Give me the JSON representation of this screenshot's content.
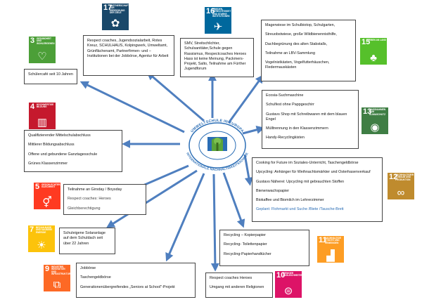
{
  "colors": {
    "arrow": "#4f7fbf",
    "sdg3": "#4c9f38",
    "sdg4": "#c5192d",
    "sdg5": "#ff3a21",
    "sdg7": "#fcc30b",
    "sdg9": "#fd6925",
    "sdg10": "#dd1367",
    "sdg11": "#fd9d24",
    "sdg12": "#bf8b2e",
    "sdg13": "#3f7e44",
    "sdg15": "#56c02b",
    "sdg16": "#00689d",
    "sdg17": "#19486a",
    "logo_ring": "#2a6db5",
    "logo_green": "#5aa43a"
  },
  "logo": {
    "top_text": "UMWELTSCHULE IN EUROPA",
    "bottom_text": "INTERNATIONALE NACHHALTIGKEITSSCHULE"
  },
  "sdgs": {
    "g3": {
      "num": "3",
      "title": "Gesundheit und Wohlergehen",
      "icon": "heartbeat-icon",
      "glyph": "♡"
    },
    "g4": {
      "num": "4",
      "title": "Hochwertige Bildung",
      "icon": "book-icon",
      "glyph": "▥"
    },
    "g5": {
      "num": "5",
      "title": "Geschlechter-gleichheit",
      "icon": "gender-icon",
      "glyph": "⚥"
    },
    "g7": {
      "num": "7",
      "title": "Bezahlbare und saubere Energie",
      "icon": "sun-power-icon",
      "glyph": "☀"
    },
    "g9": {
      "num": "9",
      "title": "Industrie, Innovation und Infrastruktur",
      "icon": "cubes-icon",
      "glyph": "⧉"
    },
    "g10": {
      "num": "10",
      "title": "Weniger Ungleichheiten",
      "icon": "equality-icon",
      "glyph": "⊜"
    },
    "g11": {
      "num": "11",
      "title": "Nachhaltige Städte und Gemeinden",
      "icon": "city-icon",
      "glyph": "▟"
    },
    "g12": {
      "num": "12",
      "title": "Nachhaltige/r Konsum und Produktion",
      "icon": "infinity-icon",
      "glyph": "∞"
    },
    "g13": {
      "num": "13",
      "title": "Massnahmen zum Klimaschutz",
      "icon": "eye-globe-icon",
      "glyph": "◉"
    },
    "g15": {
      "num": "15",
      "title": "Leben an Land",
      "icon": "tree-bird-icon",
      "glyph": "♣"
    },
    "g16": {
      "num": "16",
      "title": "Frieden, Gerechtigkeit und starke Institutionen",
      "icon": "dove-icon",
      "glyph": "✈"
    },
    "g17": {
      "num": "17",
      "title": "Partnerschaften zur Erreichung der Ziele",
      "icon": "flower-rings-icon",
      "glyph": "✿"
    }
  },
  "boxes": {
    "b3": [
      "Schülercafé seit 10 Jahren"
    ],
    "b4": [
      "Qualifizierender Mittelschulabschluss",
      "Mittlerer Bildungsabschluss",
      "Offene und gebundene Ganztagesschule",
      "Grünes Klassenzimmer"
    ],
    "b5": [
      "Teilnahme an Girsday / Boysday",
      "Respect coaches: Heroes",
      "Gleichberechtigung"
    ],
    "b7": [
      "Schuleigene Solaranlage auf dem Schuldach seit über 22 Jahren"
    ],
    "b9": [
      "Jobbörse",
      "Taschengeldbörse",
      "Generationenübergreifendes „Seniors at School\"-Projekt"
    ],
    "b10": [
      "Respect coaches Heroes",
      "Umgang mit anderen Religionen"
    ],
    "b11": [
      "Recycling – Kopierpapier",
      "Recycling- Toilettenpapier",
      "Recycling-Papierhandtücher"
    ],
    "b12": [
      "Cooking for Future im Soziales-Unterricht, Taschengeldbörse",
      "Upcycling: Anhänger für Weihnachtsmärkter und Osterhasenverkauf",
      "Gustavs Näherei: Upcycling mit gebrauchten Stoffen",
      "Bienenwachspapier",
      "Biokaffee und Biomilch im Lehrerzimmer",
      "Geplant: Flohmarkt und Suche /Biete /Tausche-Brett"
    ],
    "b13": [
      "Ecosia-Suchmaschine",
      "Schulfest ohne Pappgeschirr",
      "Gustavs Shop mit Schreibwaren mit dem blauen Engel",
      "Mülltrennung in den Klassenzimmern",
      "Handy-Recyclingkisten"
    ],
    "b15": [
      "Magerwiese im Schulbiotop, Schulgarten,",
      "Streuobstwiese, große Wildbienennisthilfe,",
      "Dachbegrünung des alten Stabstalls,",
      "Teilnahme an LBV-Sammlung",
      "Vogelnistkästen, Vogelfutterhäuschen, Fledermauskästen"
    ],
    "b16": [
      "SMV, Streitschlichter, Schulsanitäter,Schule gegen Rassismus, Respectcoaches Heroes Hass ist keine Meinung, Packmers-Projekt, Salto, Teilnahme am Fürther Jugendforum"
    ],
    "b17": [
      "Respect coaches, Jugendsozialarbeit, Rotes Kreuz, SCHULHAUS, Kolpingwerk, Umweltamt, Grünflächenamt, Partnerfirmen- und – Institutionen bei der Jobbörse, Agentur für Arbeit"
    ]
  }
}
